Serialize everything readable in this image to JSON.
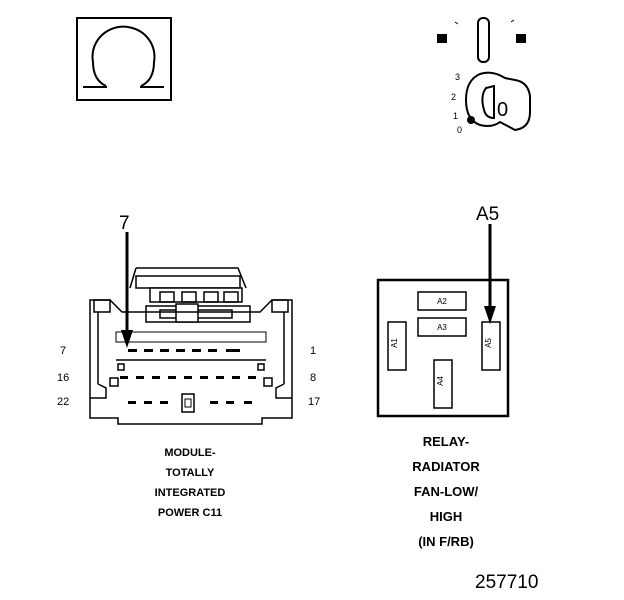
{
  "ohm_symbol": "Ω",
  "ignition": {
    "positions": [
      "3",
      "2",
      "1",
      "0"
    ],
    "key_label": "0"
  },
  "connector": {
    "callout_pin": "7",
    "pin_labels": {
      "top_left": "7",
      "mid_left": "16",
      "bottom_left": "22",
      "top_right": "1",
      "mid_right": "8",
      "bottom_right": "17"
    },
    "caption_lines": [
      "MODULE-",
      "TOTALLY",
      "INTEGRATED",
      "POWER C11"
    ]
  },
  "relay": {
    "callout_pin": "A5",
    "terminals": [
      "A2",
      "A3",
      "A1",
      "A5",
      "A4"
    ],
    "caption_lines": [
      "RELAY-",
      "RADIATOR",
      "FAN-LOW/",
      "HIGH",
      "(IN F/RB)"
    ]
  },
  "figure_number": "257710"
}
